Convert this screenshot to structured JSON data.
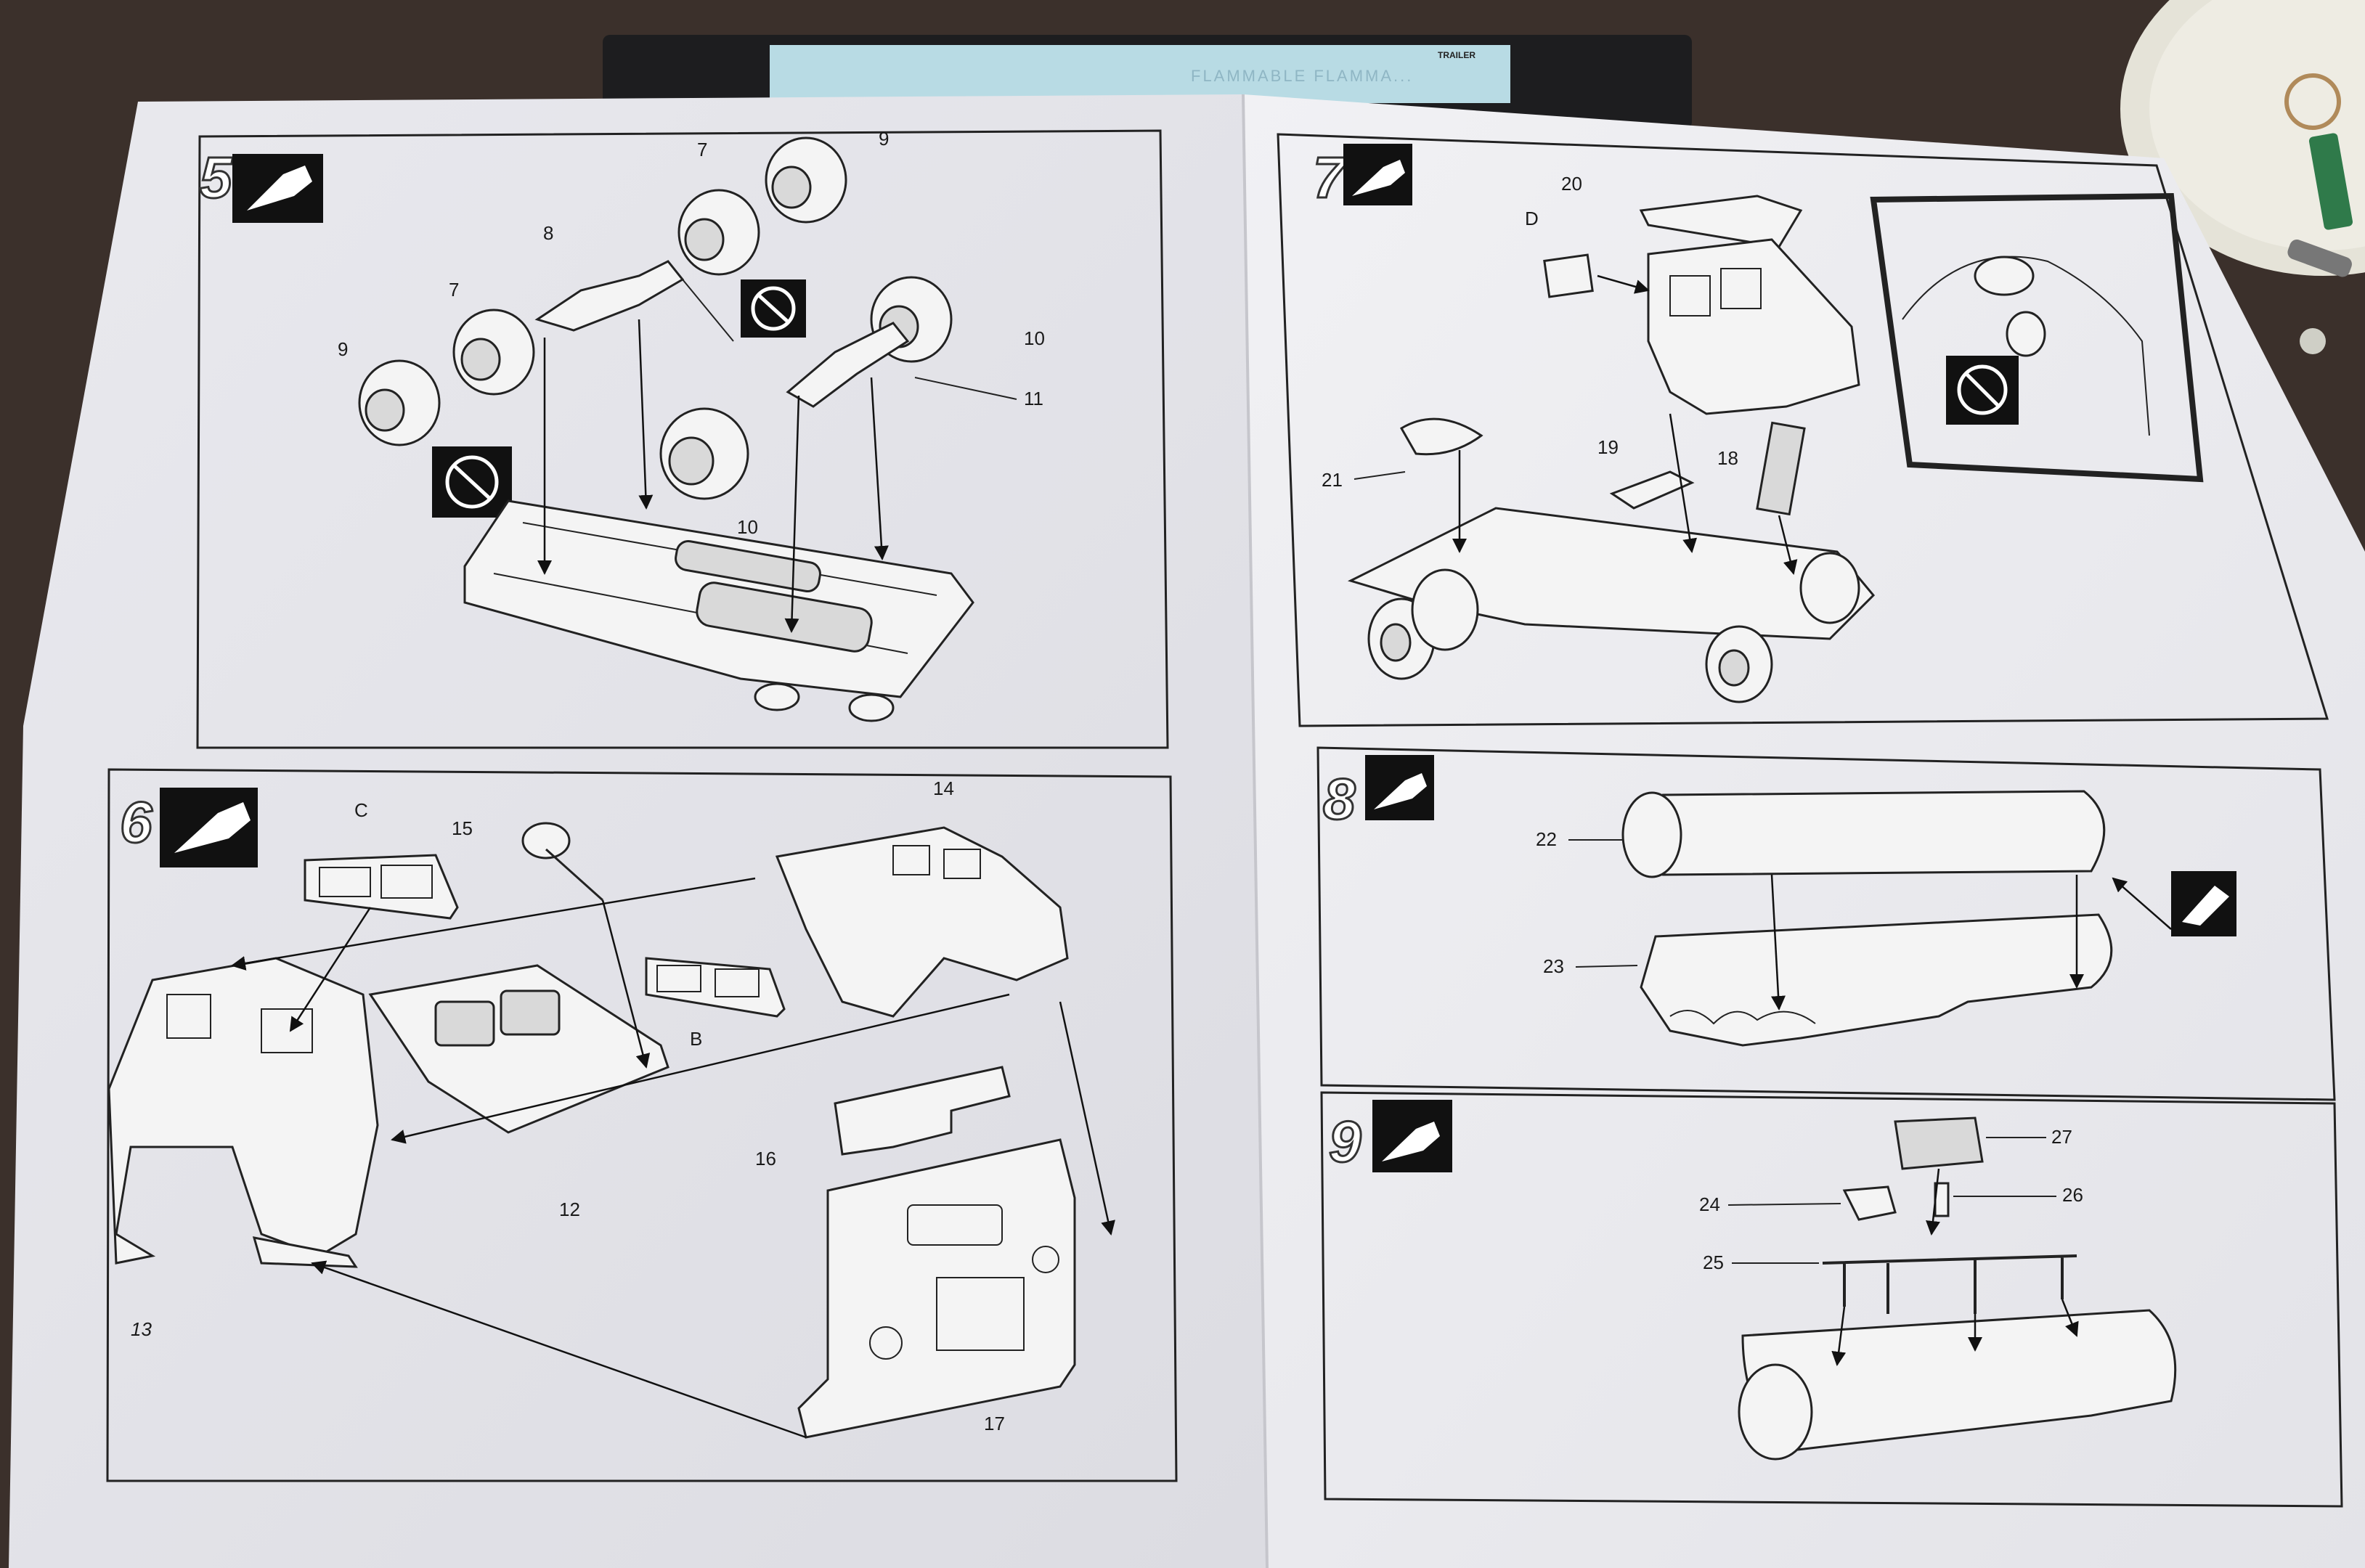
{
  "background_box": {
    "header_text": "TRAILER",
    "label_text": "FLAMMABLE  FLAMMA..."
  },
  "steps": [
    {
      "number": "5",
      "labels": [
        "7",
        "9",
        "8",
        "7",
        "9",
        "10",
        "11",
        "10"
      ]
    },
    {
      "number": "7",
      "labels": [
        "20",
        "D",
        "21",
        "19",
        "18"
      ]
    },
    {
      "number": "6",
      "labels": [
        "C",
        "15",
        "14",
        "B",
        "16",
        "12",
        "13",
        "17"
      ]
    },
    {
      "number": "8",
      "labels": [
        "22",
        "23"
      ]
    },
    {
      "number": "9",
      "labels": [
        "27",
        "24",
        "26",
        "25"
      ]
    }
  ]
}
